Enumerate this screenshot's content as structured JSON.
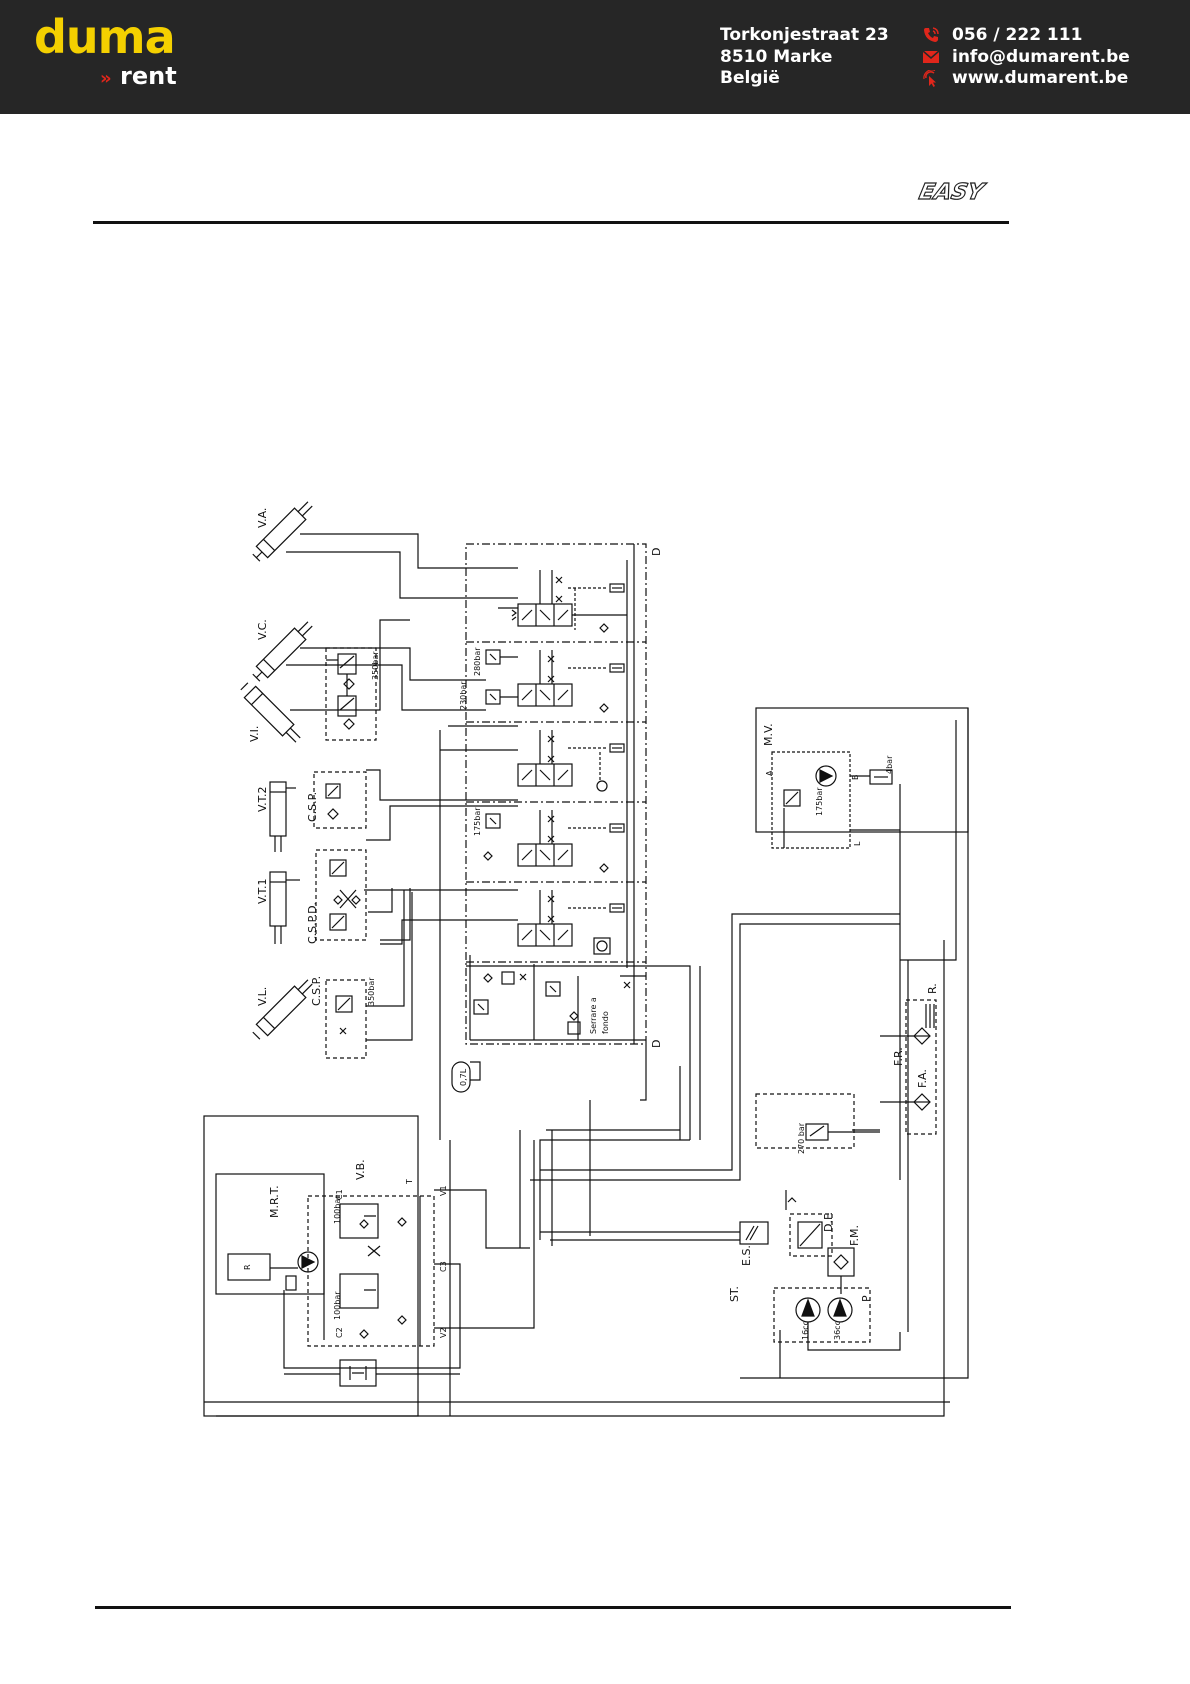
{
  "header": {
    "logo_primary": "duma",
    "logo_secondary": "rent",
    "logo_chevron": "»",
    "address_line1": "Torkonjestraat 23",
    "address_line2": "8510 Marke",
    "address_line3": "België",
    "phone": "056 / 222 111",
    "email": "info@dumarent.be",
    "website": "www.dumarent.be",
    "colors": {
      "bar": "#262626",
      "logo": "#f4d000",
      "accent": "#e0261b"
    },
    "icons": [
      "phone-icon",
      "mail-icon",
      "web-icon"
    ]
  },
  "brand_mark": "EASY",
  "diagram": {
    "labels": {
      "va": "V.A.",
      "vc": "V.C.",
      "vi": "V.I.",
      "vt2": "V.T.2",
      "vt1": "V.T.1",
      "vl": "V.L.",
      "csp_top": "C.S.P.",
      "cspd": "C.S.P.D.",
      "csp_bottom": "C.S.P.",
      "mv": "M.V.",
      "mrt": "M.R.T.",
      "vb": "V.B.",
      "fr": "F.R.",
      "r": "R.",
      "fa": "F.A.",
      "df": "D.F.",
      "fm": "F.M.",
      "es": "E.S.",
      "st": "ST.",
      "p": "P",
      "d_top": "D",
      "d_bottom": "D",
      "c1": "C1",
      "c2": "C2",
      "c3": "C3",
      "v1": "V1",
      "v2": "V2",
      "t": "T",
      "a": "A",
      "b": "B",
      "l": "L",
      "tank": "0,7L",
      "p350a": "350bar",
      "p350b": "350bar",
      "p280": "280bar",
      "p230": "230bar",
      "p175a": "175bar",
      "p175b": "175bar",
      "p4": "4bar",
      "p270": "270 bar",
      "p100a": "100bar",
      "p100b": "100bar",
      "pump1": "16cc",
      "pump2": "36cc",
      "serrare": "Serrare a",
      "fondo": "fondo",
      "motor_r": "R"
    }
  }
}
